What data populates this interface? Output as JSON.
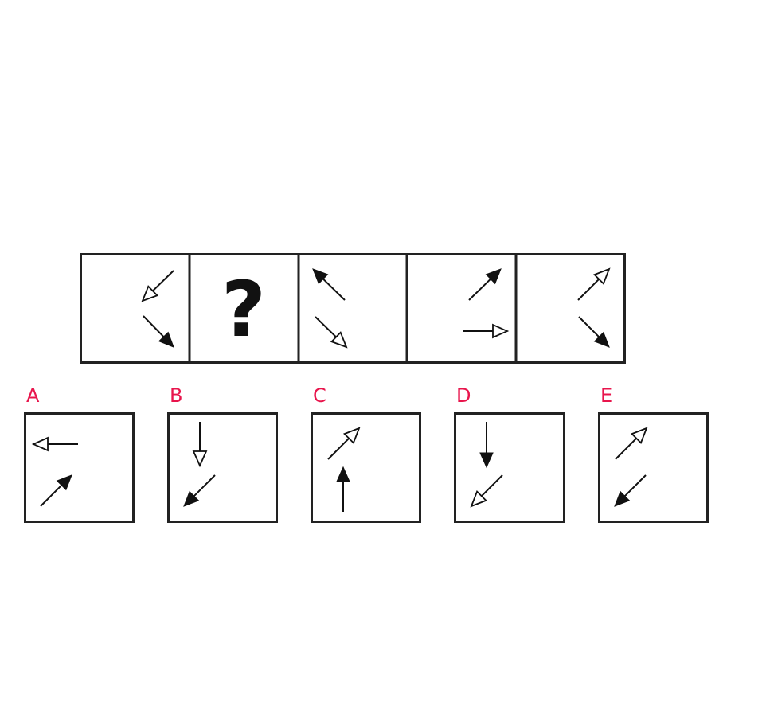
{
  "colors": {
    "label": "#e8154c",
    "ink": "#111111",
    "frame": "#222222"
  },
  "sequence": [
    {
      "id": "s1",
      "arrows": [
        {
          "dir": "down-left",
          "head": "open"
        },
        {
          "dir": "down-right",
          "head": "filled"
        }
      ]
    },
    {
      "id": "s2",
      "question": "?"
    },
    {
      "id": "s3",
      "arrows": [
        {
          "dir": "up-left",
          "head": "filled"
        },
        {
          "dir": "down-right",
          "head": "open"
        }
      ]
    },
    {
      "id": "s4",
      "arrows": [
        {
          "dir": "up-right",
          "head": "filled"
        },
        {
          "dir": "right",
          "head": "open"
        }
      ]
    },
    {
      "id": "s5",
      "arrows": [
        {
          "dir": "up-right",
          "head": "open"
        },
        {
          "dir": "down-right",
          "head": "filled"
        }
      ]
    }
  ],
  "options": [
    {
      "label": "A",
      "arrows": [
        {
          "dir": "left",
          "head": "open"
        },
        {
          "dir": "up-right",
          "head": "filled"
        }
      ]
    },
    {
      "label": "B",
      "arrows": [
        {
          "dir": "down",
          "head": "open"
        },
        {
          "dir": "down-left",
          "head": "filled"
        }
      ]
    },
    {
      "label": "C",
      "arrows": [
        {
          "dir": "up-right",
          "head": "open"
        },
        {
          "dir": "up",
          "head": "filled"
        }
      ]
    },
    {
      "label": "D",
      "arrows": [
        {
          "dir": "down",
          "head": "filled"
        },
        {
          "dir": "down-left",
          "head": "open"
        }
      ]
    },
    {
      "label": "E",
      "arrows": [
        {
          "dir": "up-right",
          "head": "open"
        },
        {
          "dir": "down-left",
          "head": "filled"
        }
      ]
    }
  ]
}
